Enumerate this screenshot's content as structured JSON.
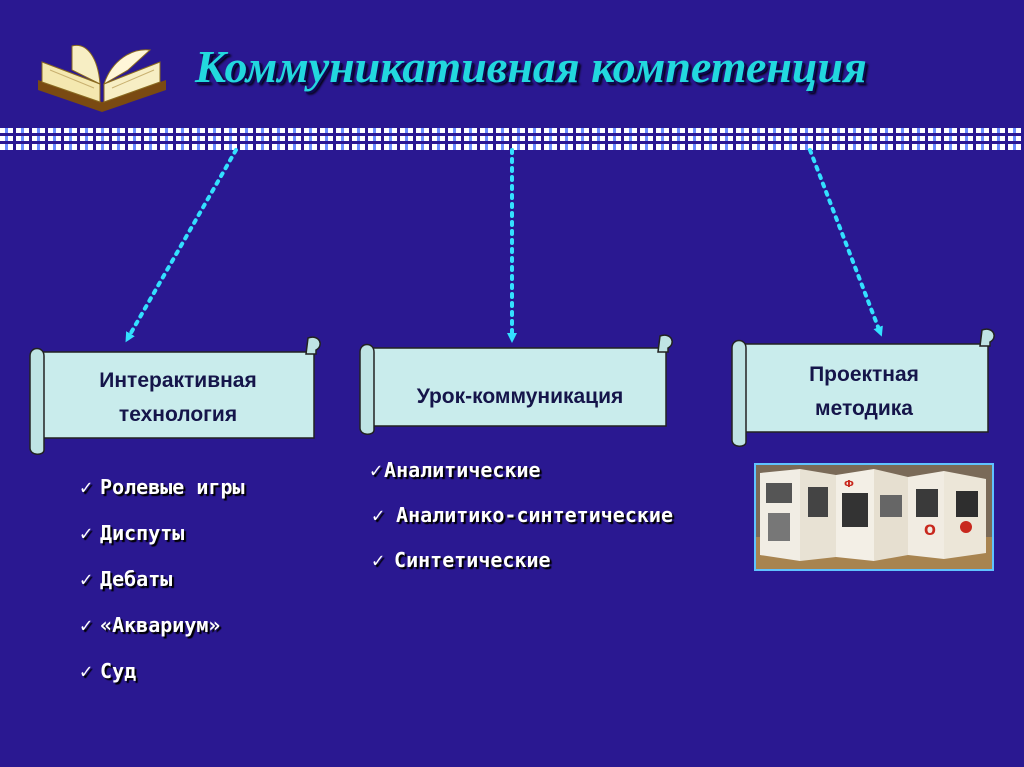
{
  "title": "Коммуникативная компетенция",
  "boxes": [
    {
      "line1": "Интерактивная",
      "line2": "технология"
    },
    {
      "line1": "Урок-коммуникация"
    },
    {
      "line1": "Проектная",
      "line2": "методика"
    }
  ],
  "list_left": [
    "Ролевые игры",
    "Диспуты",
    "Дебаты",
    "«Аквариум»",
    "Суд"
  ],
  "list_middle": [
    "Аналитические",
    "Аналитико-синтетические",
    "Синтетические"
  ],
  "check_mark": "✓",
  "colors": {
    "background": "#2a1891",
    "title": "#22d8de",
    "arrow": "#33e0ff",
    "scroll_fill": "#c9ecec"
  },
  "icons": {
    "book": "open-book-icon",
    "photo": "project-poster-photo"
  }
}
